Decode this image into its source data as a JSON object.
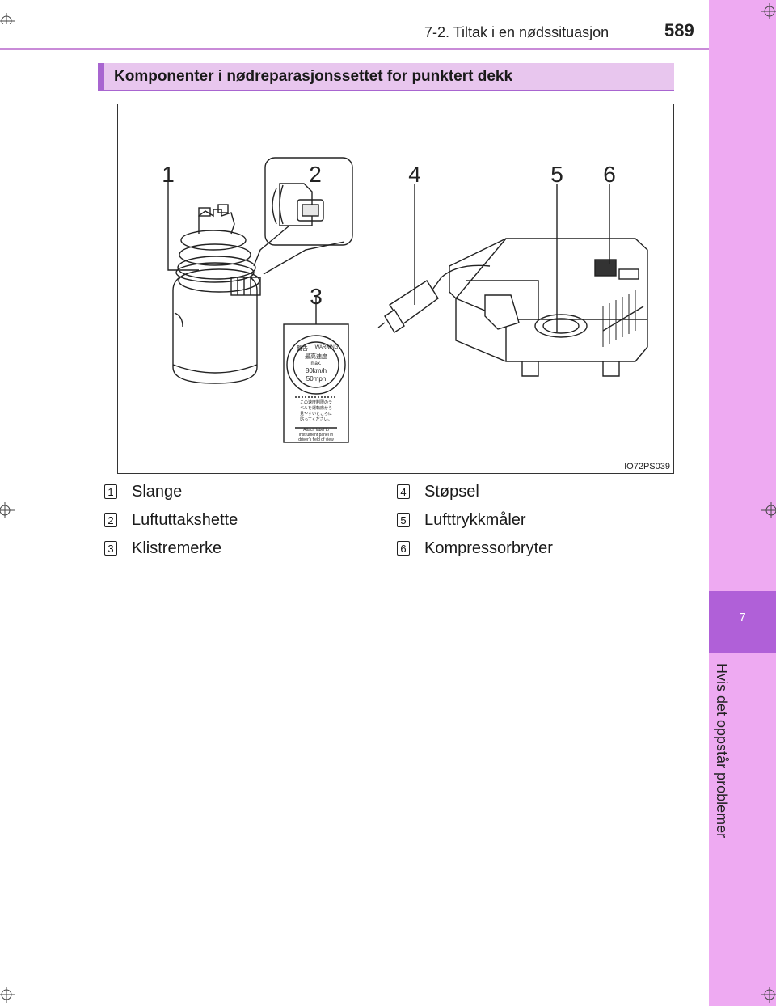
{
  "header": {
    "section": "7-2. Tiltak i en nødssituasjon",
    "page_number": "589"
  },
  "sidebar": {
    "chapter_number": "7",
    "chapter_title": "Hvis det oppstår problemer"
  },
  "section": {
    "title": "Komponenter i nødreparasjonssettet for punktert dekk"
  },
  "figure": {
    "id": "IO72PS039",
    "callouts": [
      "1",
      "2",
      "3",
      "4",
      "5",
      "6"
    ],
    "label_text": {
      "warning_jp": "警告",
      "warning_en": "WARNING",
      "speed_jp": "最高速度",
      "max": "max.",
      "kmh": "80km/h",
      "mph": "50mph",
      "note_jp1": "この速度制限のラ",
      "note_jp2": "ベルを運転席から",
      "note_jp3": "見やすいところに",
      "note_jp4": "貼ってください。",
      "note_en1": "Attach label to",
      "note_en2": "instrument panel in",
      "note_en3": "driver's field of view"
    }
  },
  "legend": [
    {
      "num": "1",
      "label": "Slange"
    },
    {
      "num": "2",
      "label": "Luftuttakshette"
    },
    {
      "num": "3",
      "label": "Klistremerke"
    },
    {
      "num": "4",
      "label": "Støpsel"
    },
    {
      "num": "5",
      "label": "Lufttrykkmåler"
    },
    {
      "num": "6",
      "label": "Kompressorbryter"
    }
  ]
}
